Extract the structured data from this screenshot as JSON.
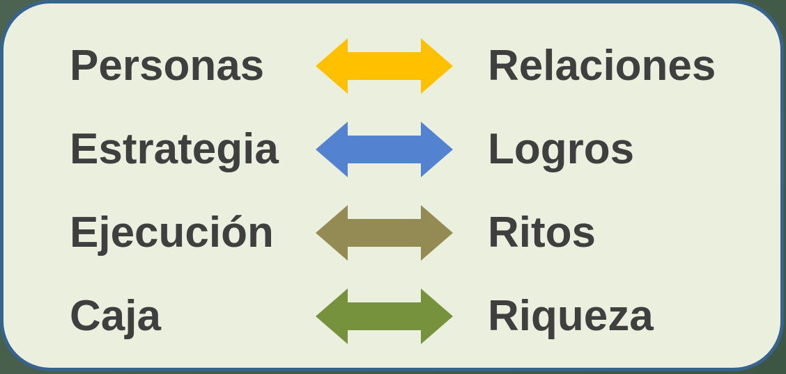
{
  "canvas": {
    "outer_background": "#455e4a",
    "panel_background": "#ebefdd",
    "panel_border_color": "#37648e",
    "text_color": "#3f3f3f"
  },
  "diagram": {
    "rows": [
      {
        "left": "Personas",
        "right": "Relaciones",
        "arrow_color": "#FFC000",
        "arrow_color_name": "gold"
      },
      {
        "left": "Estrategia",
        "right": "Logros",
        "arrow_color": "#5282D0",
        "arrow_color_name": "blue"
      },
      {
        "left": "Ejecución",
        "right": "Ritos",
        "arrow_color": "#948B54",
        "arrow_color_name": "olive"
      },
      {
        "left": "Caja",
        "right": "Riqueza",
        "arrow_color": "#76923C",
        "arrow_color_name": "green"
      }
    ]
  }
}
